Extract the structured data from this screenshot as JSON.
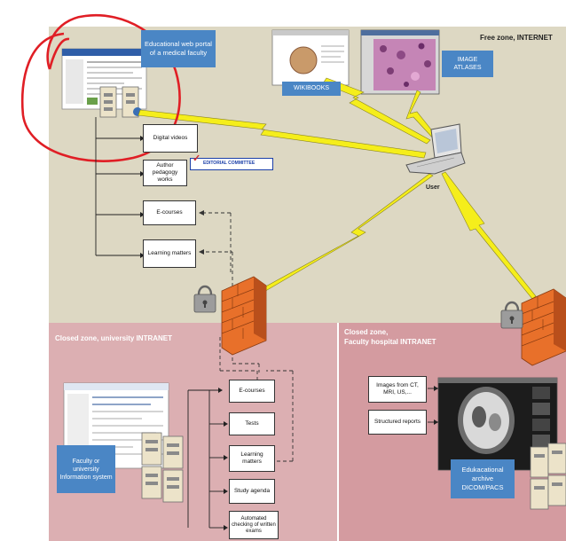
{
  "zones": {
    "internet": "Free zone, INTERNET",
    "university": "Closed zone, university INTRANET",
    "hospital_line1": "Closed zone,",
    "hospital_line2": "Faculty hospital INTRANET"
  },
  "internet": {
    "portal_callout": "Educational web portal of a medical faculty",
    "wikibooks": "WIKIBOOKS",
    "image_atlases": "IMAGE ATLASES",
    "user": "User",
    "editorial": "EDITORIAL COMMITTEE",
    "boxes": [
      "Digital videos",
      "Author pedagogy works",
      "E-courses",
      "Learning matters"
    ]
  },
  "university": {
    "callout": "Faculty or university Information system",
    "boxes": [
      "E-courses",
      "Tests",
      "Learning matters",
      "Study agenda",
      "Automated checking of written exams"
    ]
  },
  "hospital": {
    "boxes": [
      "Images from CT, MRI, US,...",
      "Structured reports"
    ],
    "callout": "Edukacational archive DICOM/PACS"
  },
  "colors": {
    "internet_zone": "#ddd8c3",
    "university_zone": "#dcafb2",
    "hospital_zone": "#d49ba0",
    "callout_blue": "#4a86c5",
    "lightning_yellow": "#f5ee1b",
    "annotation_red": "#e01e25",
    "firewall_orange": "#e8702a"
  },
  "icons": [
    "server-icon",
    "laptop-icon",
    "firewall-icon",
    "padlock-icon",
    "lightning-link-icon",
    "checkmark-icon"
  ]
}
